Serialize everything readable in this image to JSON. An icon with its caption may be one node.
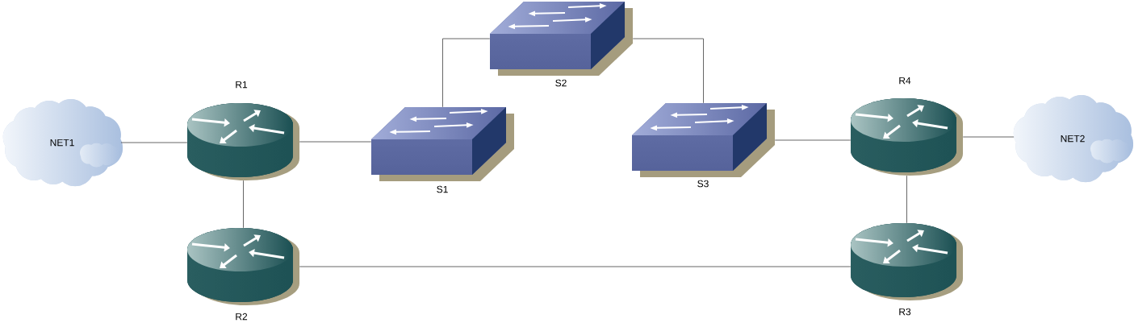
{
  "diagram": {
    "nodes": [
      {
        "text": [
          "NET1"
        ]
      },
      {
        "text": [
          "R1"
        ]
      },
      {
        "text": [
          "S1"
        ]
      },
      {
        "text": [
          "S2"
        ]
      },
      {
        "text": [
          "S3"
        ]
      },
      {
        "text": [
          "R4"
        ]
      },
      {
        "text": [
          "NET2"
        ]
      },
      {
        "text": [
          "R2"
        ]
      },
      {
        "text": [
          "R3"
        ]
      }
    ],
    "edges": [
      {
        "from": 0,
        "to": 1,
        "arrow": "none"
      },
      {
        "from": 1,
        "to": 2,
        "arrow": "none"
      },
      {
        "from": 2,
        "to": 3,
        "arrow": "none"
      },
      {
        "from": 3,
        "to": 4,
        "arrow": "none"
      },
      {
        "from": 4,
        "to": 5,
        "arrow": "none"
      },
      {
        "from": 5,
        "to": 6,
        "arrow": "none"
      },
      {
        "from": 1,
        "to": 7,
        "arrow": "none"
      },
      {
        "from": 7,
        "to": 8,
        "arrow": "none"
      },
      {
        "from": 5,
        "to": 8,
        "arrow": "none"
      }
    ]
  }
}
